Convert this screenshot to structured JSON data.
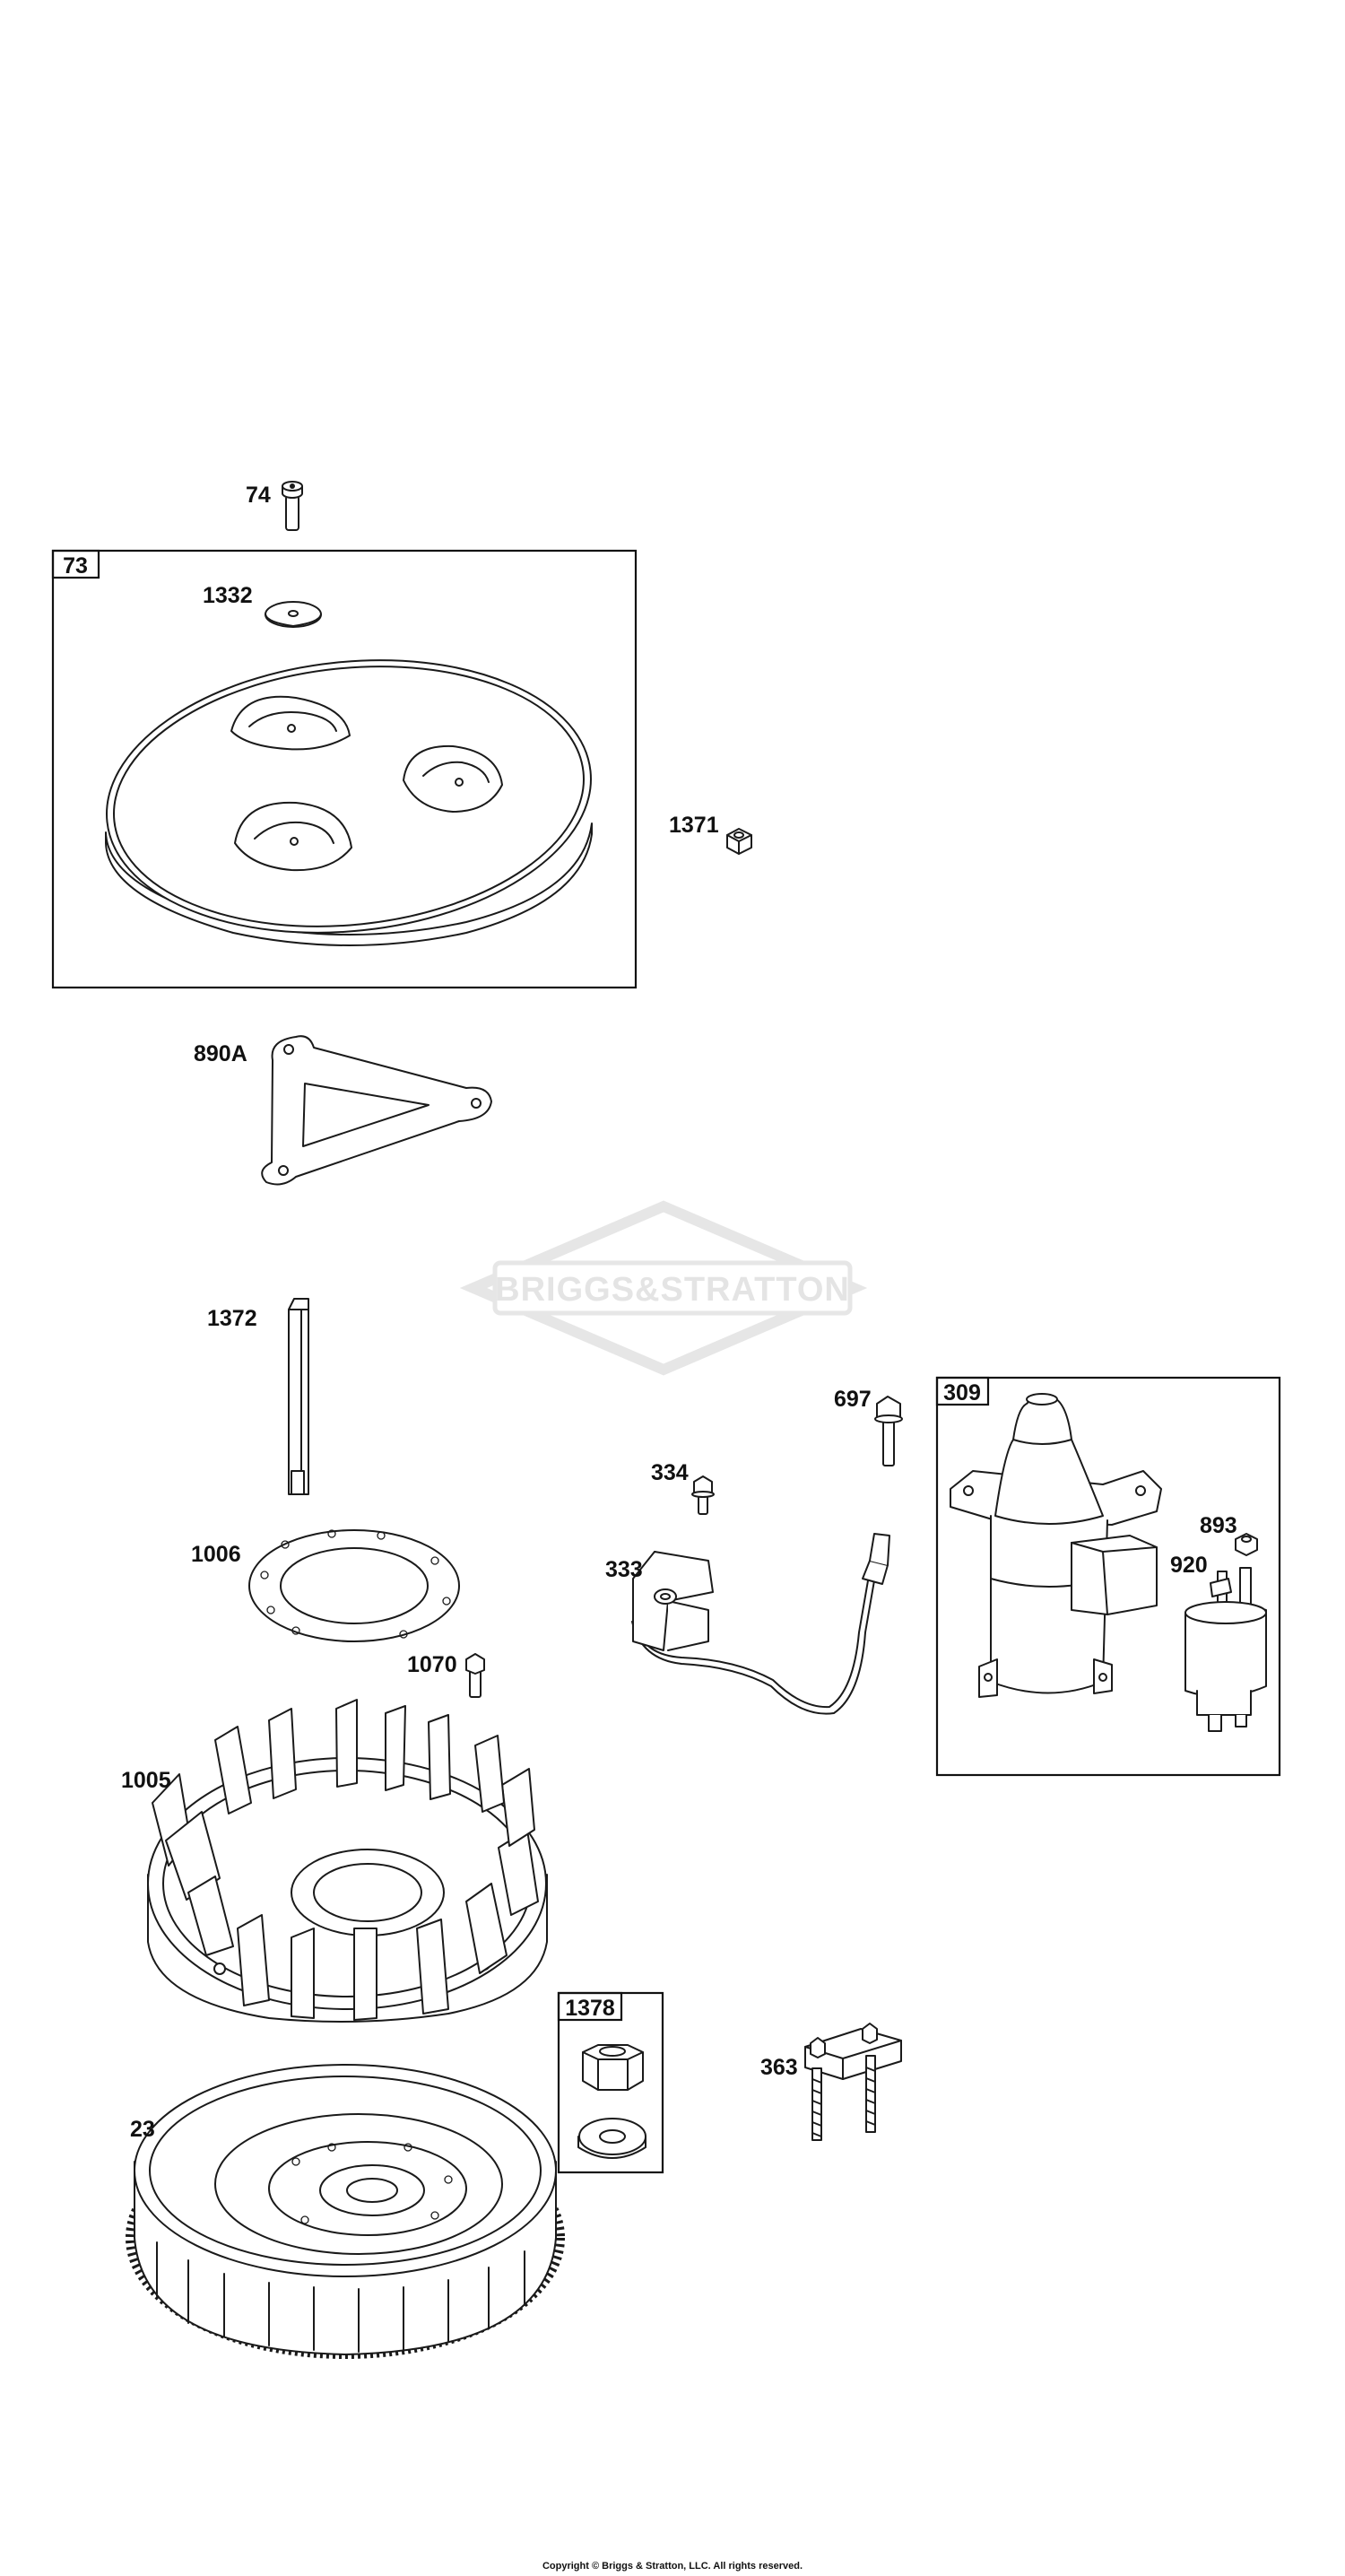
{
  "watermark": {
    "text": "BRIGGS&STRATTON"
  },
  "copyright": "Copyright © Briggs & Stratton, LLC. All rights reserved.",
  "kits": [
    {
      "id": "73"
    },
    {
      "id": "309"
    },
    {
      "id": "1378"
    }
  ],
  "parts": [
    {
      "id": "74"
    },
    {
      "id": "1332"
    },
    {
      "id": "1371"
    },
    {
      "id": "890A"
    },
    {
      "id": "1372"
    },
    {
      "id": "1006"
    },
    {
      "id": "1070"
    },
    {
      "id": "1005"
    },
    {
      "id": "23"
    },
    {
      "id": "697"
    },
    {
      "id": "334"
    },
    {
      "id": "333"
    },
    {
      "id": "893"
    },
    {
      "id": "920"
    },
    {
      "id": "363"
    }
  ]
}
